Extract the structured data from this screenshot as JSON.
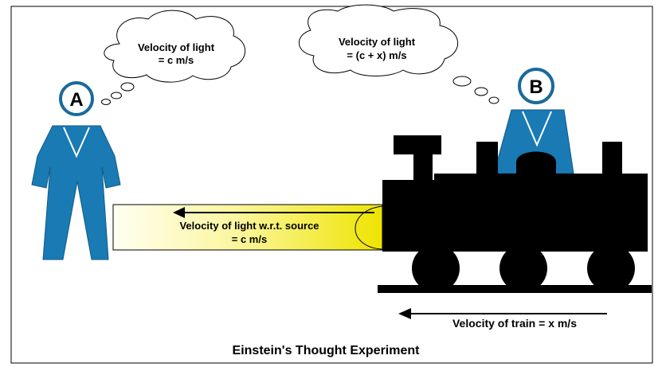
{
  "observer_a": {
    "label": "A",
    "thought_line1": "Velocity of light",
    "thought_line2": "= c m/s"
  },
  "observer_b": {
    "label": "B",
    "thought_line1": "Velocity of light",
    "thought_line2": "= (c + x) m/s"
  },
  "light_beam": {
    "label_line1": "Velocity of light w.r.t. source",
    "label_line2": "= c m/s"
  },
  "train": {
    "velocity_label": "Velocity of train = x m/s"
  },
  "caption": "Einstein's Thought Experiment",
  "colors": {
    "person": "#1a7ab3",
    "person_stroke": "#0f5c8a",
    "head_ring": "#1a6a9a",
    "beam_yellow": "#f0e800",
    "beam_light": "#fffde0",
    "train": "#000000"
  }
}
